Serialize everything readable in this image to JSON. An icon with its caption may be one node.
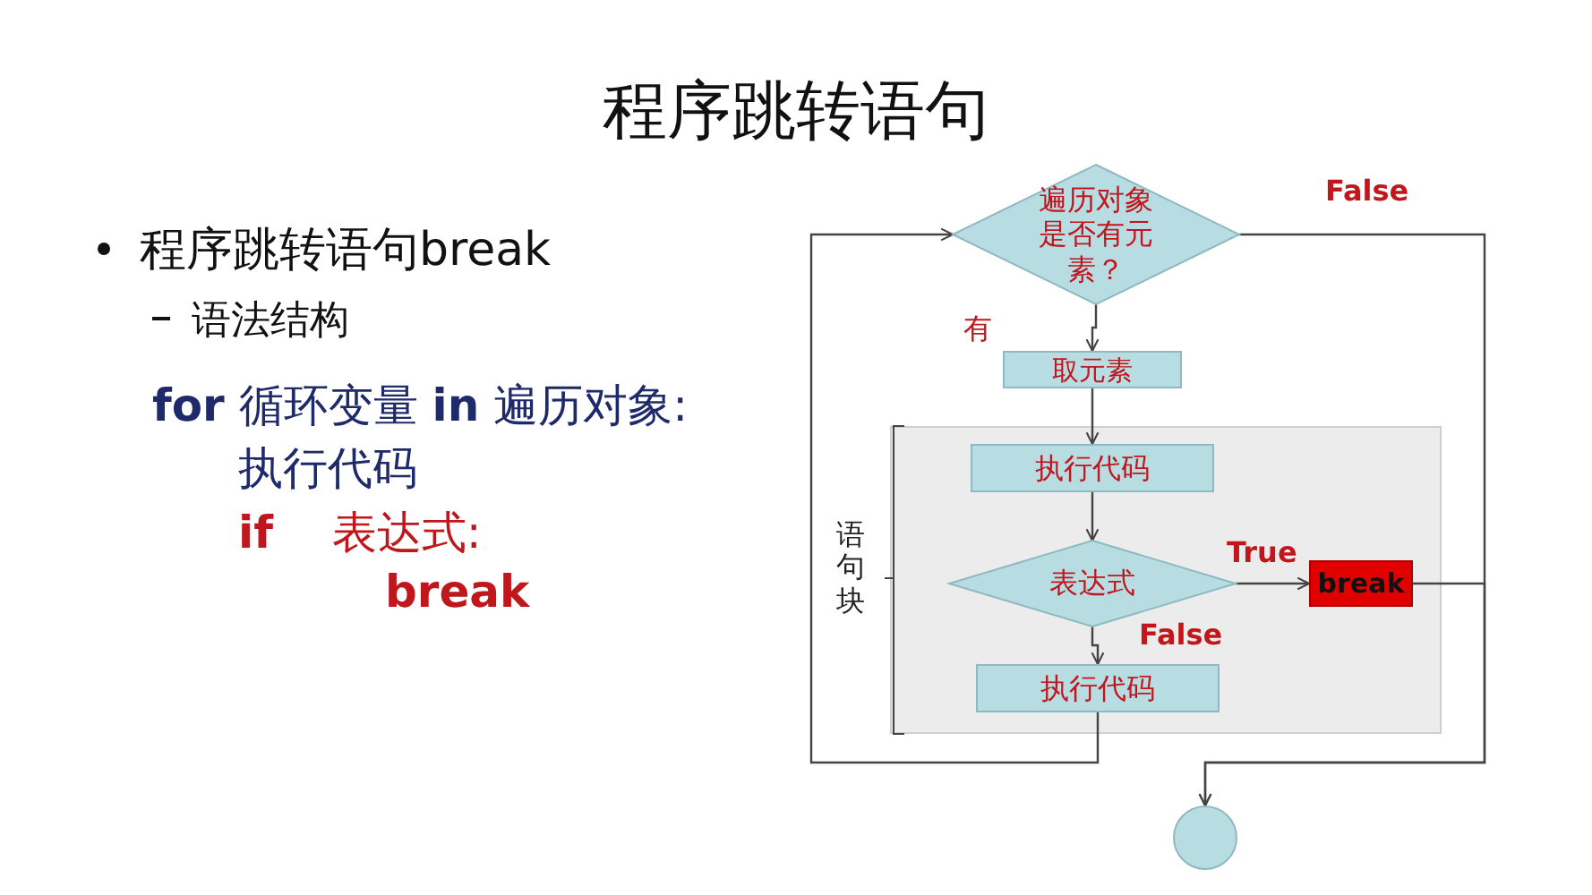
{
  "diagram": {
    "title": "程序跳转语句",
    "nodes": [
      {
        "text": [
          "遍历对象是否有元素？"
        ]
      },
      {
        "text": [
          "取元素"
        ]
      },
      {
        "text": [
          "执行代码"
        ]
      },
      {
        "text": [
          "表达式"
        ]
      },
      {
        "text": [
          "break"
        ]
      },
      {
        "text": [
          "执行代码"
        ]
      },
      {
        "text": [],
        "shape": "circle"
      }
    ],
    "edges": [
      {
        "from": 0,
        "to": 1,
        "arrow": "to",
        "label": "有"
      },
      {
        "from": 1,
        "to": 2,
        "arrow": "to"
      },
      {
        "from": 2,
        "to": 3,
        "arrow": "to"
      },
      {
        "from": 3,
        "to": 4,
        "arrow": "to",
        "label": "True"
      },
      {
        "from": 3,
        "to": 5,
        "arrow": "to",
        "label": "False"
      },
      {
        "from": 5,
        "to": 0,
        "arrow": "to"
      },
      {
        "from": 0,
        "to": 6,
        "arrow": "to",
        "label": "False"
      },
      {
        "from": 4,
        "to": 6,
        "arrow": "to"
      }
    ],
    "labels": [
      "程序跳转语句break",
      "语法结构",
      "**for** 循环变量 **in** 遍历对象:",
      "执行代码",
      "**if**　 表达式:",
      "break",
      "语句块"
    ]
  }
}
